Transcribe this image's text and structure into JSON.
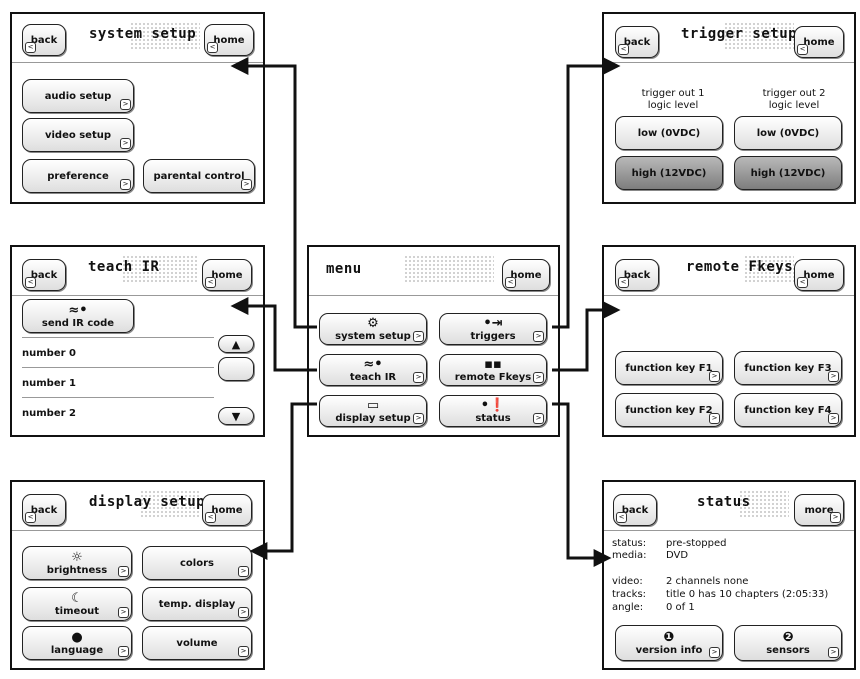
{
  "common": {
    "back": "back",
    "home": "home",
    "more": "more",
    "corner_right": ">",
    "corner_left": "<"
  },
  "system_setup": {
    "title": "system setup",
    "buttons": [
      "audio setup",
      "video setup",
      "preference",
      "parental control"
    ]
  },
  "trigger_setup": {
    "title": "trigger setup",
    "out1_label": "trigger out 1",
    "out1_sub": "logic level",
    "out2_label": "trigger out 2",
    "out2_sub": "logic level",
    "low": "low (0VDC)",
    "high": "high (12VDC)"
  },
  "teach_ir": {
    "title": "teach IR",
    "send": "send IR code",
    "rows": [
      "number 0",
      "number 1",
      "number 2"
    ],
    "scroll_up": "▲",
    "scroll_down": "▼"
  },
  "menu": {
    "title": "menu",
    "items": [
      "system setup",
      "triggers",
      "teach IR",
      "remote Fkeys",
      "display setup",
      "status"
    ]
  },
  "remote_fkeys": {
    "title": "remote Fkeys",
    "keys": [
      "function key F1",
      "function key F3",
      "function key F2",
      "function key F4"
    ]
  },
  "display_setup": {
    "title": "display setup",
    "buttons": [
      "brightness",
      "colors",
      "timeout",
      "temp. display",
      "language",
      "volume"
    ]
  },
  "status": {
    "title": "status",
    "status_label": "status:",
    "status_value": "pre-stopped",
    "media_label": "media:",
    "media_value": "DVD",
    "video_label": "video:",
    "video_value": "2 channels none",
    "tracks_label": "tracks:",
    "tracks_value": "title 0 has 10 chapters (2:05:33)",
    "angle_label": "angle:",
    "angle_value": "0 of 1",
    "version": "version info",
    "sensors": "sensors"
  },
  "icons": {
    "gear": "⚙",
    "ir": "≈•",
    "trigger": "•⇥",
    "fkeys": "▪▪",
    "display": "▭",
    "status": "•❗",
    "sun": "☼",
    "moon": "☾",
    "speech": "●",
    "info": "❶",
    "sensor": "❷"
  }
}
